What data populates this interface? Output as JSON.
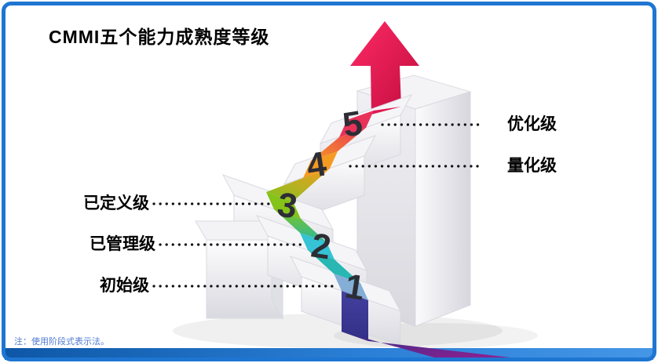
{
  "title": "CMMI五个能力成熟度等级",
  "footnote": "注：使用阶段式表示法。",
  "diagram": {
    "type": "staircase-maturity-model",
    "levels": [
      {
        "number": "1",
        "name": "初始级",
        "label_side": "left",
        "color": "#85aed6"
      },
      {
        "number": "2",
        "name": "已管理级",
        "label_side": "left",
        "color": "#35c3d5"
      },
      {
        "number": "3",
        "name": "已定义级",
        "label_side": "left",
        "color": "#84c318"
      },
      {
        "number": "4",
        "name": "量化级",
        "label_side": "right",
        "color": "#f59b22"
      },
      {
        "number": "5",
        "name": "优化级",
        "label_side": "right",
        "color": "#e93259"
      }
    ],
    "arrow_color": "#e8174b",
    "ribbon_tail_color": "#9c1d92",
    "ribbon_start_color": "#312f86"
  },
  "frame": {
    "border_color": "#1e76d2",
    "bottom_bar_color": "#1b6ec9"
  }
}
